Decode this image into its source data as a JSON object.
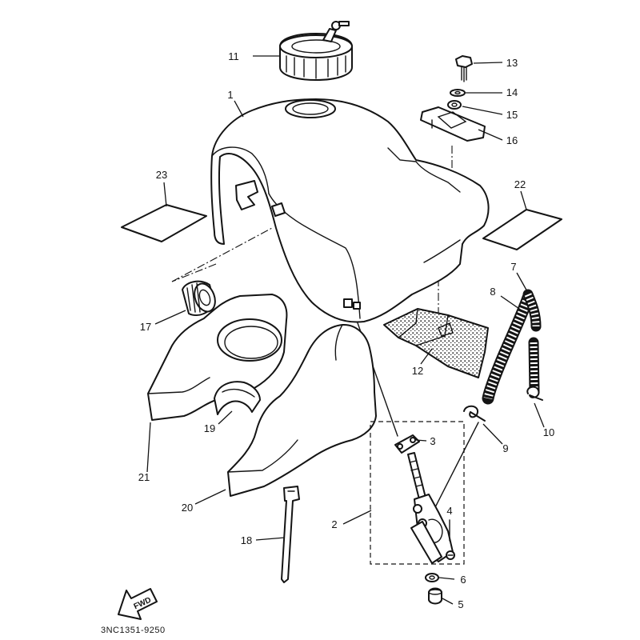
{
  "callouts": {
    "p1": "1",
    "p2": "2",
    "p3": "3",
    "p4": "4",
    "p5": "5",
    "p6": "6",
    "p7": "7",
    "p8": "8",
    "p9": "9",
    "p10": "10",
    "p11": "11",
    "p12": "12",
    "p13": "13",
    "p14": "14",
    "p15": "15",
    "p16": "16",
    "p17": "17",
    "p18": "18",
    "p19": "19",
    "p20": "20",
    "p21": "21",
    "p22": "22",
    "p23": "23"
  },
  "fwd_label": "FWD",
  "drawing_number": "3NC1351-9250",
  "colors": {
    "ink": "#141414",
    "paper": "#ffffff"
  }
}
